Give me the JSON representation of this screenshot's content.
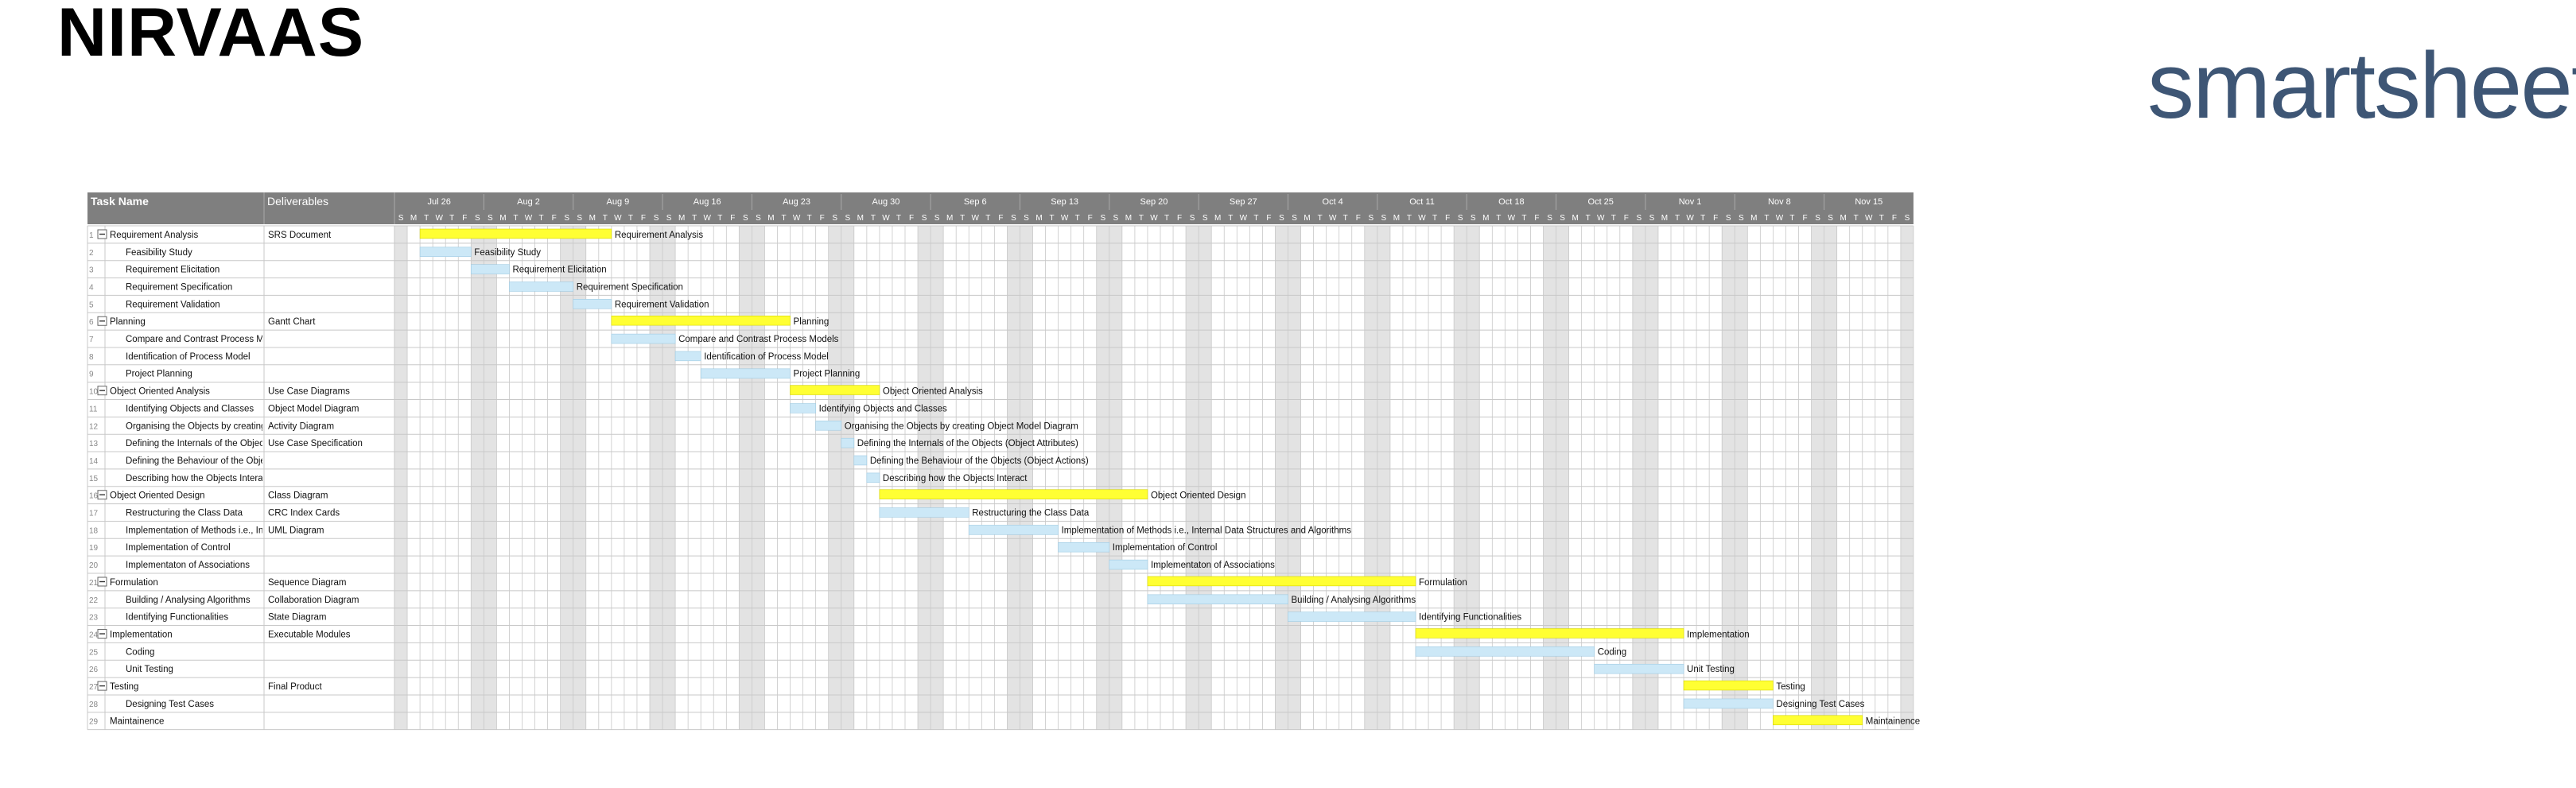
{
  "header": {
    "project_title": "NIRVAAS",
    "brand": "smartsheet"
  },
  "columns": {
    "task_name": "Task Name",
    "deliverables": "Deliverables"
  },
  "timeline": {
    "week_labels": [
      "Jul 26",
      "Aug 2",
      "Aug 9",
      "Aug 16",
      "Aug 23",
      "Aug 30",
      "Sep 6",
      "Sep 13",
      "Sep 20",
      "Sep 27",
      "Oct 4",
      "Oct 11",
      "Oct 18",
      "Oct 25",
      "Nov 1",
      "Nov 8",
      "Nov 15"
    ],
    "day_letters": [
      "S",
      "M",
      "T",
      "W",
      "T",
      "F",
      "S"
    ],
    "total_days": 119
  },
  "colors": {
    "header_bg": "#7f7f7f",
    "header_text": "#ffffff",
    "parent_bar": "#ffff33",
    "child_bar": "#cce8f7",
    "weekend": "#e3e3e3",
    "grid": "#c8c8c8"
  },
  "icons": {
    "collapse": "collapse-minus-icon"
  },
  "tasks": [
    {
      "row": 1,
      "name": "Requirement Analysis",
      "deliverable": "SRS Document",
      "parent": true,
      "start": 2,
      "dur": 15,
      "label": "Requirement Analysis"
    },
    {
      "row": 2,
      "name": "Feasibility Study",
      "deliverable": "",
      "parent": false,
      "start": 2,
      "dur": 4,
      "label": "Feasibility Study"
    },
    {
      "row": 3,
      "name": "Requirement Elicitation",
      "deliverable": "",
      "parent": false,
      "start": 6,
      "dur": 3,
      "label": "Requirement Elicitation"
    },
    {
      "row": 4,
      "name": "Requirement Specification",
      "deliverable": "",
      "parent": false,
      "start": 9,
      "dur": 5,
      "label": "Requirement Specification"
    },
    {
      "row": 5,
      "name": "Requirement Validation",
      "deliverable": "",
      "parent": false,
      "start": 14,
      "dur": 3,
      "label": "Requirement Validation"
    },
    {
      "row": 6,
      "name": "Planning",
      "deliverable": "Gantt Chart",
      "parent": true,
      "start": 17,
      "dur": 14,
      "label": "Planning"
    },
    {
      "row": 7,
      "name": "Compare and Contrast Process Models",
      "deliverable": "",
      "parent": false,
      "start": 17,
      "dur": 5,
      "label": "Compare and Contrast Process Models"
    },
    {
      "row": 8,
      "name": "Identification of Process Model",
      "deliverable": "",
      "parent": false,
      "start": 22,
      "dur": 2,
      "label": "Identification of Process Model"
    },
    {
      "row": 9,
      "name": "Project Planning",
      "deliverable": "",
      "parent": false,
      "start": 24,
      "dur": 7,
      "label": "Project Planning"
    },
    {
      "row": 10,
      "name": "Object Oriented Analysis",
      "deliverable": "Use Case Diagrams",
      "parent": true,
      "start": 31,
      "dur": 7,
      "label": "Object Oriented Analysis"
    },
    {
      "row": 11,
      "name": "Identifying Objects and Classes",
      "deliverable": "Object Model Diagram",
      "parent": false,
      "start": 31,
      "dur": 2,
      "label": "Identifying Objects and Classes"
    },
    {
      "row": 12,
      "name": "Organising the Objects by creating Object Model Diagram",
      "deliverable": "Activity Diagram",
      "parent": false,
      "start": 33,
      "dur": 2,
      "label": "Organising the Objects by creating Object Model Diagram"
    },
    {
      "row": 13,
      "name": "Defining the Internals of the Objects (Object Attributes)",
      "deliverable": "Use Case Specification",
      "parent": false,
      "start": 35,
      "dur": 1,
      "label": "Defining the Internals of the Objects (Object Attributes)"
    },
    {
      "row": 14,
      "name": "Defining the Behaviour of the Objects (Object Actions)",
      "deliverable": "",
      "parent": false,
      "start": 36,
      "dur": 1,
      "label": "Defining the Behaviour of the Objects (Object Actions)"
    },
    {
      "row": 15,
      "name": "Describing how the Objects Interact",
      "deliverable": "",
      "parent": false,
      "start": 37,
      "dur": 1,
      "label": "Describing how the Objects Interact"
    },
    {
      "row": 16,
      "name": "Object Oriented Design",
      "deliverable": "Class Diagram",
      "parent": true,
      "start": 38,
      "dur": 21,
      "label": "Object Oriented Design"
    },
    {
      "row": 17,
      "name": "Restructuring the Class Data",
      "deliverable": "CRC Index Cards",
      "parent": false,
      "start": 38,
      "dur": 7,
      "label": "Restructuring the Class Data"
    },
    {
      "row": 18,
      "name": "Implementation of Methods i.e., Internal Data Structures and Algorithms",
      "deliverable": "UML Diagram",
      "parent": false,
      "start": 45,
      "dur": 7,
      "label": "Implementation of Methods i.e., Internal Data Structures and Algorithms"
    },
    {
      "row": 19,
      "name": "Implementation of Control",
      "deliverable": "",
      "parent": false,
      "start": 52,
      "dur": 4,
      "label": "Implementation of Control"
    },
    {
      "row": 20,
      "name": "Implementaton of Associations",
      "deliverable": "",
      "parent": false,
      "start": 56,
      "dur": 3,
      "label": "Implementaton of Associations"
    },
    {
      "row": 21,
      "name": "Formulation",
      "deliverable": "Sequence Diagram",
      "parent": true,
      "start": 59,
      "dur": 21,
      "label": "Formulation"
    },
    {
      "row": 22,
      "name": "Building / Analysing Algorithms",
      "deliverable": "Collaboration Diagram",
      "parent": false,
      "start": 59,
      "dur": 11,
      "label": "Building / Analysing Algorithms"
    },
    {
      "row": 23,
      "name": "Identifying Functionalities",
      "deliverable": "State Diagram",
      "parent": false,
      "start": 70,
      "dur": 10,
      "label": "Identifying Functionalities"
    },
    {
      "row": 24,
      "name": "Implementation",
      "deliverable": "Executable Modules",
      "parent": true,
      "start": 80,
      "dur": 21,
      "label": "Implementation"
    },
    {
      "row": 25,
      "name": "Coding",
      "deliverable": "",
      "parent": false,
      "start": 80,
      "dur": 14,
      "label": "Coding"
    },
    {
      "row": 26,
      "name": "Unit Testing",
      "deliverable": "",
      "parent": false,
      "start": 94,
      "dur": 7,
      "label": "Unit Testing"
    },
    {
      "row": 27,
      "name": "Testing",
      "deliverable": "Final Product",
      "parent": true,
      "start": 101,
      "dur": 7,
      "label": "Testing"
    },
    {
      "row": 28,
      "name": "Designing Test Cases",
      "deliverable": "",
      "parent": false,
      "start": 101,
      "dur": 7,
      "label": "Designing Test Cases"
    },
    {
      "row": 29,
      "name": "Maintainence",
      "deliverable": "",
      "parent": "plain",
      "start": 108,
      "dur": 7,
      "label": "Maintainence"
    }
  ]
}
